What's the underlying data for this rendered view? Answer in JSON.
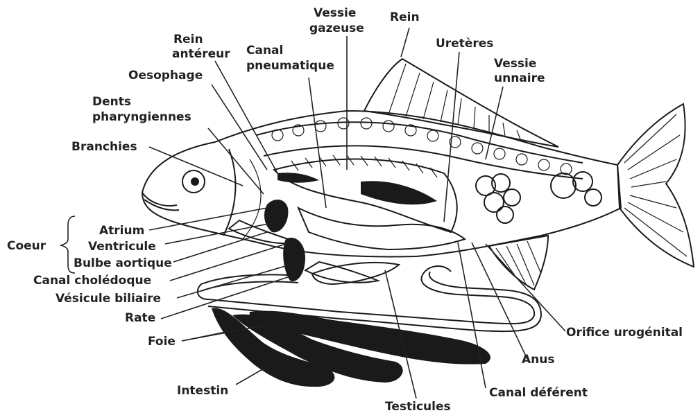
{
  "labels": {
    "vessie_gazeuse_1": "Vessie",
    "vessie_gazeuse_2": "gazeuse",
    "rein": "Rein",
    "rein_anterieur_1": "Rein",
    "rein_anterieur_2": "antéreur",
    "canal_pneumatique_1": "Canal",
    "canal_pneumatique_2": "pneumatique",
    "ureteres": "Uretères",
    "vessie_urinaire_1": "Vessie",
    "vessie_urinaire_2": "unnaire",
    "oesophage": "Oesophage",
    "dents_1": "Dents",
    "dents_2": "pharyngiennes",
    "branchies": "Branchies",
    "coeur": "Coeur",
    "atrium": "Atrium",
    "ventricule": "Ventricule",
    "bulbe": "Bulbe aortique",
    "canal_choledoque": "Canal cholédoque",
    "vesicule": "Vésicule biliaire",
    "rate": "Rate",
    "foie": "Foie",
    "intestin": "Intestin",
    "testicules": "Testicules",
    "canal_deferent": "Canal déférent",
    "anus": "Anus",
    "orifice": "Orifice urogénital"
  },
  "colors": {
    "ink": "#1a1a1a",
    "background": "#ffffff",
    "organ_fill": "#1a1a1a"
  }
}
